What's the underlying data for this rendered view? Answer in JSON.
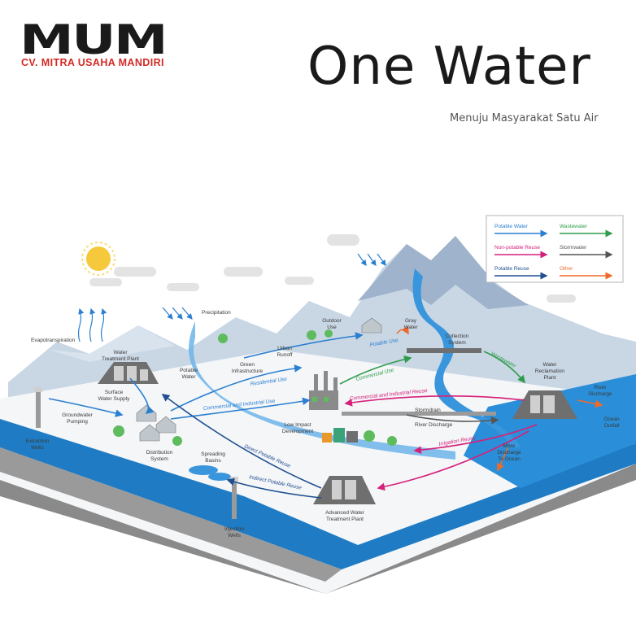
{
  "brand": {
    "logo_text": "MUM",
    "company_name": "CV. MITRA USAHA MANDIRI",
    "color_primary": "#d42a25",
    "color_dark": "#1a1a1a"
  },
  "header": {
    "title": "One Water",
    "subtitle": "Menuju Masyarakat Satu Air"
  },
  "legend": {
    "items": [
      {
        "label": "Potable Water",
        "color": "#2a7fd0"
      },
      {
        "label": "Wastewater",
        "color": "#2e9c4a"
      },
      {
        "label": "Non-potable Reuse",
        "color": "#d6207a"
      },
      {
        "label": "Stormwater",
        "color": "#555555"
      },
      {
        "label": "Potable Reuse",
        "color": "#1f4f8f"
      },
      {
        "label": "Other",
        "color": "#ee6a2a"
      }
    ]
  },
  "labels": {
    "evapotranspiration": "Evapotranspiration",
    "water_treatment_plant_1": "Water",
    "water_treatment_plant_2": "Treatment Plant",
    "precipitation": "Precipitation",
    "potable_water_1": "Potable",
    "potable_water_2": "Water",
    "green_infra_1": "Green",
    "green_infra_2": "Infrastructure",
    "urban_runoff_1": "Urban",
    "urban_runoff_2": "Runoff",
    "outdoor_use_1": "Outdoor",
    "outdoor_use_2": "Use",
    "gray_water_1": "Gray",
    "gray_water_2": "Water",
    "collection_system_1": "Collection",
    "collection_system_2": "System",
    "water_reclamation_1": "Water",
    "water_reclamation_2": "Reclamation",
    "water_reclamation_3": "Plant",
    "river_discharge_top_1": "River",
    "river_discharge_top_2": "Discharge",
    "ocean_outfall_1": "Ocean",
    "ocean_outfall_2": "Outfall",
    "surface_water_1": "Surface",
    "surface_water_2": "Water Supply",
    "groundwater_1": "Groundwater",
    "groundwater_2": "Pumping",
    "extraction_1": "Extraction",
    "extraction_2": "Wells",
    "distribution_1": "Distribution",
    "distribution_2": "System",
    "spreading_1": "Spreading",
    "spreading_2": "Basins",
    "low_impact_1": "Low Impact",
    "low_impact_2": "Development",
    "stormdrain": "Stormdrain",
    "river_discharge_mid": "River Discharge",
    "more_discharge_1": "More",
    "more_discharge_2": "Discharge",
    "more_discharge_3": "To Ocean",
    "advanced_1": "Advanced Water",
    "advanced_2": "Treatment Plant",
    "injection_1": "Injection",
    "injection_2": "Wells",
    "flow_residential": "Residential Use",
    "flow_commercial_industrial": "Commercial and Industrial Use",
    "flow_commercial": "Commercial Use",
    "flow_potable_use": "Potable Use",
    "flow_commercial_ind_reuse": "Commercial and Industrial Reuse",
    "flow_wastewater": "Wastewater",
    "flow_irrigation": "Irrigation Reuse",
    "flow_direct_potable": "Direct Potable Reuse",
    "flow_indirect_potable": "Indirect Potable Reuse"
  }
}
